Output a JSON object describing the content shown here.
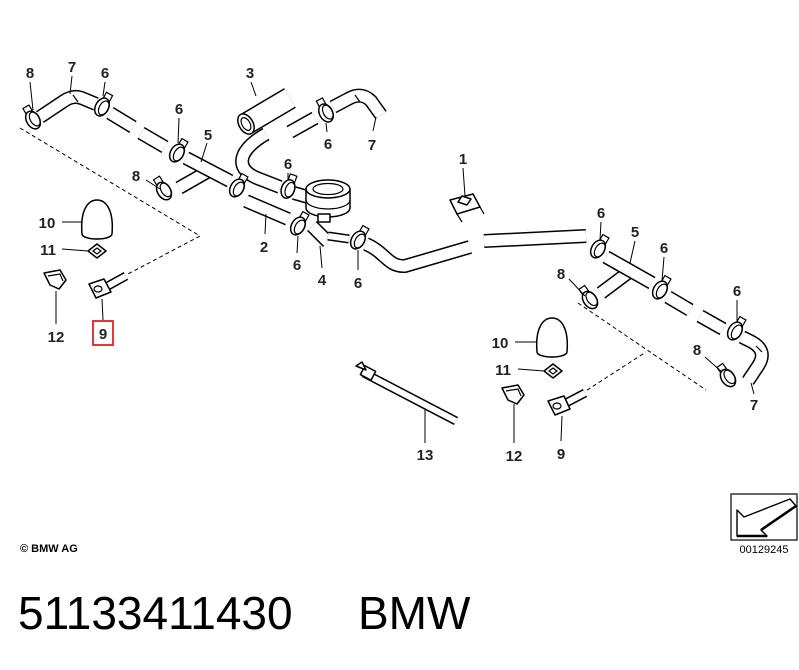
{
  "callouts": [
    "8",
    "7",
    "6",
    "3",
    "6",
    "5",
    "6",
    "7",
    "1",
    "8",
    "6",
    "10",
    "6",
    "2",
    "11",
    "5",
    "6",
    "6",
    "4",
    "6",
    "8",
    "6",
    "12",
    "9",
    "10",
    "8",
    "11",
    "7",
    "13",
    "12",
    "9"
  ],
  "copyright": "© BMW AG",
  "diagram_id": "00129245",
  "part_number": "51133411430",
  "brand": "BMW",
  "colors": {
    "highlight": "#e0353a",
    "ink": "#000000"
  },
  "icons": {
    "view_direction": "arrow-down-left-icon"
  }
}
